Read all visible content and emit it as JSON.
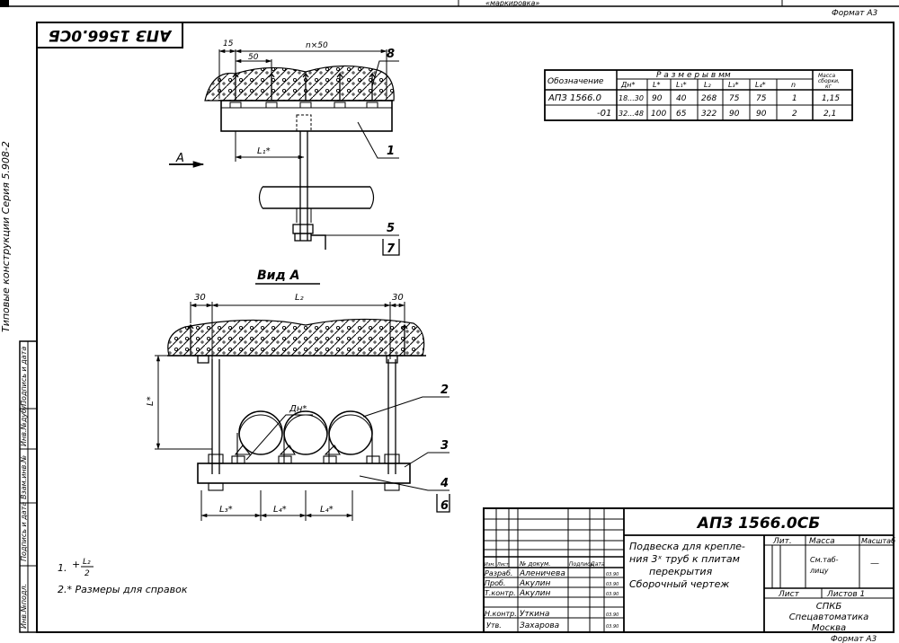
{
  "top_strip": {
    "handwriting": "«маркировка»",
    "format": "Формат  А3"
  },
  "stamp_rotated": "АПЗ 1566.0СБ",
  "side_text": "Типовые конструкции    Серия  5.908-2",
  "side_columns": [
    "Инв.№подл.",
    "Подпись и дата",
    "Взам.инв.№",
    "Инв.№дубл.",
    "Подпись и дата"
  ],
  "drawing": {
    "dims_top": {
      "d15": "15",
      "d50": "50",
      "dn50": "n×50"
    },
    "l1": "L₁*",
    "view_arrow": "A",
    "view_title": "Вид A",
    "l2": "L₂",
    "d30_left": "30",
    "d30_right": "30",
    "l_star": "L*",
    "dn": "Дн*",
    "l3": "L₃*",
    "l4a": "L₄*",
    "l4b": "L₄*",
    "callouts": {
      "c1": "1",
      "c2": "2",
      "c3": "3",
      "c4": "4",
      "c5": "5",
      "c6": "6",
      "c7": "7",
      "c8": "8"
    }
  },
  "table": {
    "h_designation": "Обозначение",
    "h_sizes": "Р а з м е р ы   в   мм",
    "h_mass": "Масса сборки, кг",
    "h_mass_l1": "Масса",
    "h_mass_l2": "сборки,",
    "h_mass_l3": "кг",
    "cols": [
      "Дн*",
      "L*",
      "L₁*",
      "L₂",
      "L₃*",
      "L₄*",
      "n"
    ],
    "rows": [
      {
        "designation": "АПЗ 1566.0",
        "cells": [
          "18...30",
          "90",
          "40",
          "268",
          "75",
          "75",
          "1"
        ],
        "mass": "1,15"
      },
      {
        "designation": "-01",
        "cells": [
          "32...48",
          "100",
          "65",
          "322",
          "90",
          "90",
          "2"
        ],
        "mass": "2,1"
      }
    ]
  },
  "notes": {
    "n1": "1.",
    "n1_top": "+",
    "n1_num": "L₂",
    "n1_den": "2",
    "n2": "2.* Размеры для справок"
  },
  "title_block": {
    "doc_code": "АПЗ 1566.0СБ",
    "title_l1": "Подвеска для крепле-",
    "title_l2": "ния 3ˣ труб к плитам",
    "title_l3": "перекрытия",
    "title_l4": "Сборочный чертеж",
    "hdr": [
      "Изм.",
      "Лист",
      "№ докум.",
      "Подпись",
      "Дата"
    ],
    "roles": [
      "Разраб.",
      "Проб.",
      "Т.контр.",
      "",
      "Н.контр.",
      "Утв."
    ],
    "names": [
      "Аленичева",
      "Акулин",
      "Акулин",
      "",
      "Уткина",
      "Захарова"
    ],
    "dates": [
      "03.90",
      "03.90",
      "03.90",
      "",
      "03.90",
      "03.90"
    ],
    "lit": "Лит.",
    "mass": "Масса",
    "scale": "Масштаб",
    "mass_val_l1": "См.таб-",
    "mass_val_l2": "лицу",
    "scale_val": "—",
    "sheet": "Лист",
    "sheets": "Листов  1",
    "org_l1": "СПКБ",
    "org_l2": "Спецавтоматика",
    "org_l3": "Москва"
  },
  "bottom_format": "Формат  А3"
}
